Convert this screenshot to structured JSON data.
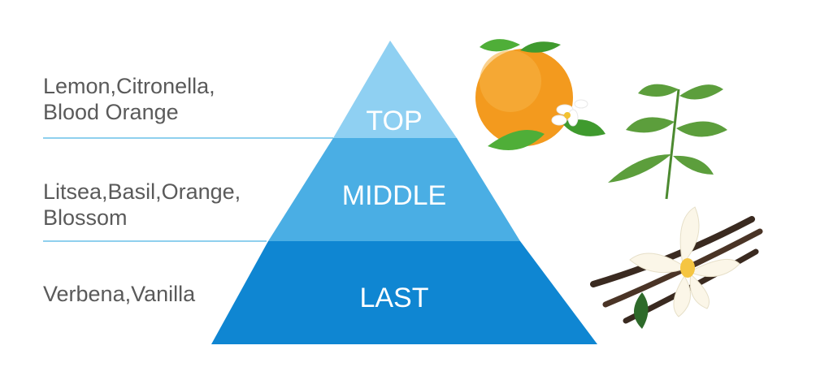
{
  "tiers": [
    {
      "label": "TOP",
      "ingredients": "Lemon,Citronella,\nBlood Orange",
      "color": "#8fd0f2"
    },
    {
      "label": "MIDDLE",
      "ingredients": "Litsea,Basil,Orange,\nBlossom",
      "color": "#4aaee4"
    },
    {
      "label": "LAST",
      "ingredients": "Verbena,Vanilla",
      "color": "#0f86d2"
    }
  ],
  "divider_color": "#8fd0ee",
  "text_color": "#5a5a5a",
  "illustrations": [
    "orange-blossom-illustration",
    "verbena-leaves-illustration",
    "vanilla-flower-illustration"
  ]
}
